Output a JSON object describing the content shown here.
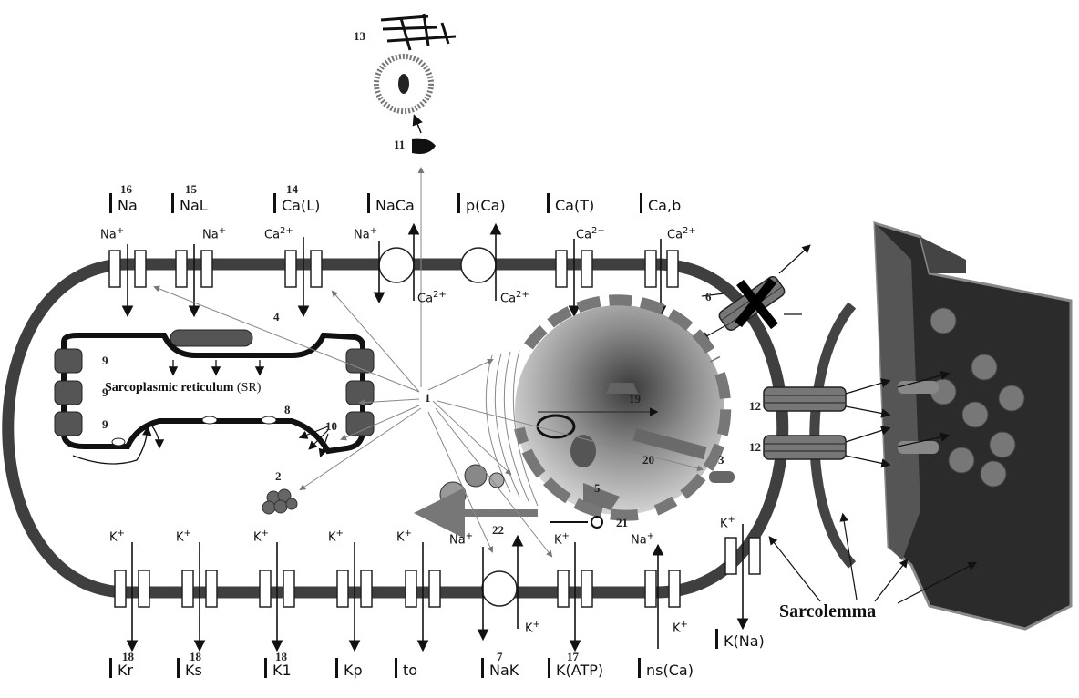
{
  "diagram": {
    "top_currents": [
      {
        "sub": "Na",
        "num": "16",
        "ion": "Na",
        "ion_sup": "+"
      },
      {
        "sub": "NaL",
        "num": "15",
        "ion": "Na",
        "ion_sup": "+"
      },
      {
        "sub": "Ca(L)",
        "num": "14",
        "ion": "Ca",
        "ion_sup": "2+"
      },
      {
        "sub": "NaCa",
        "num": "",
        "ion": "Na",
        "ion_sup": "+",
        "ion2": "Ca",
        "ion2_sup": "2+"
      },
      {
        "sub": "p(Ca)",
        "num": "",
        "ion": "",
        "ion_sup": "",
        "ion2": "Ca",
        "ion2_sup": "2+"
      },
      {
        "sub": "Ca(T)",
        "num": "",
        "ion": "Ca",
        "ion_sup": "2+"
      },
      {
        "sub": "Ca,b",
        "num": "",
        "ion": "Ca",
        "ion_sup": "2+"
      }
    ],
    "bottom_currents": [
      {
        "sub": "Kr",
        "num": "18",
        "ion": "K",
        "ion_sup": "+"
      },
      {
        "sub": "Ks",
        "num": "18",
        "ion": "K",
        "ion_sup": "+"
      },
      {
        "sub": "K1",
        "num": "18",
        "ion": "K",
        "ion_sup": "+"
      },
      {
        "sub": "Kp",
        "num": "",
        "ion": "K",
        "ion_sup": "+"
      },
      {
        "sub": "to",
        "num": "",
        "ion": "K",
        "ion_sup": "+"
      },
      {
        "sub": "NaK",
        "num": "7",
        "ion": "Na",
        "ion_sup": "+",
        "ion2": "K",
        "ion2_sup": "+"
      },
      {
        "sub": "K(ATP)",
        "num": "17",
        "ion": "K",
        "ion_sup": "+"
      },
      {
        "sub": "ns(Ca)",
        "num": "",
        "ion": "Na",
        "ion_sup": "+",
        "ion2": "K",
        "ion2_sup": "+"
      }
    ],
    "k_na": {
      "sub": "K(Na)",
      "ion": "K",
      "ion_sup": "+"
    },
    "sr_label": {
      "main": "Sarcoplasmic reticulum",
      "abbr": " (SR)"
    },
    "sarcolemma_label": "Sarcolemma",
    "callouts": {
      "n1": "1",
      "n2": "2",
      "n3": "3",
      "n4": "4",
      "n5": "5",
      "n6": "6",
      "n8": "8",
      "n9": "9",
      "n10": "10",
      "n11": "11",
      "n12": "12",
      "n13": "13",
      "n19": "19",
      "n20": "20",
      "n21": "21",
      "n22": "22"
    },
    "colors": {
      "membrane": "#3f3f3f",
      "tissue": "#2e2e2e",
      "nucleus": "#9a9a9a",
      "line": "#111111"
    }
  }
}
